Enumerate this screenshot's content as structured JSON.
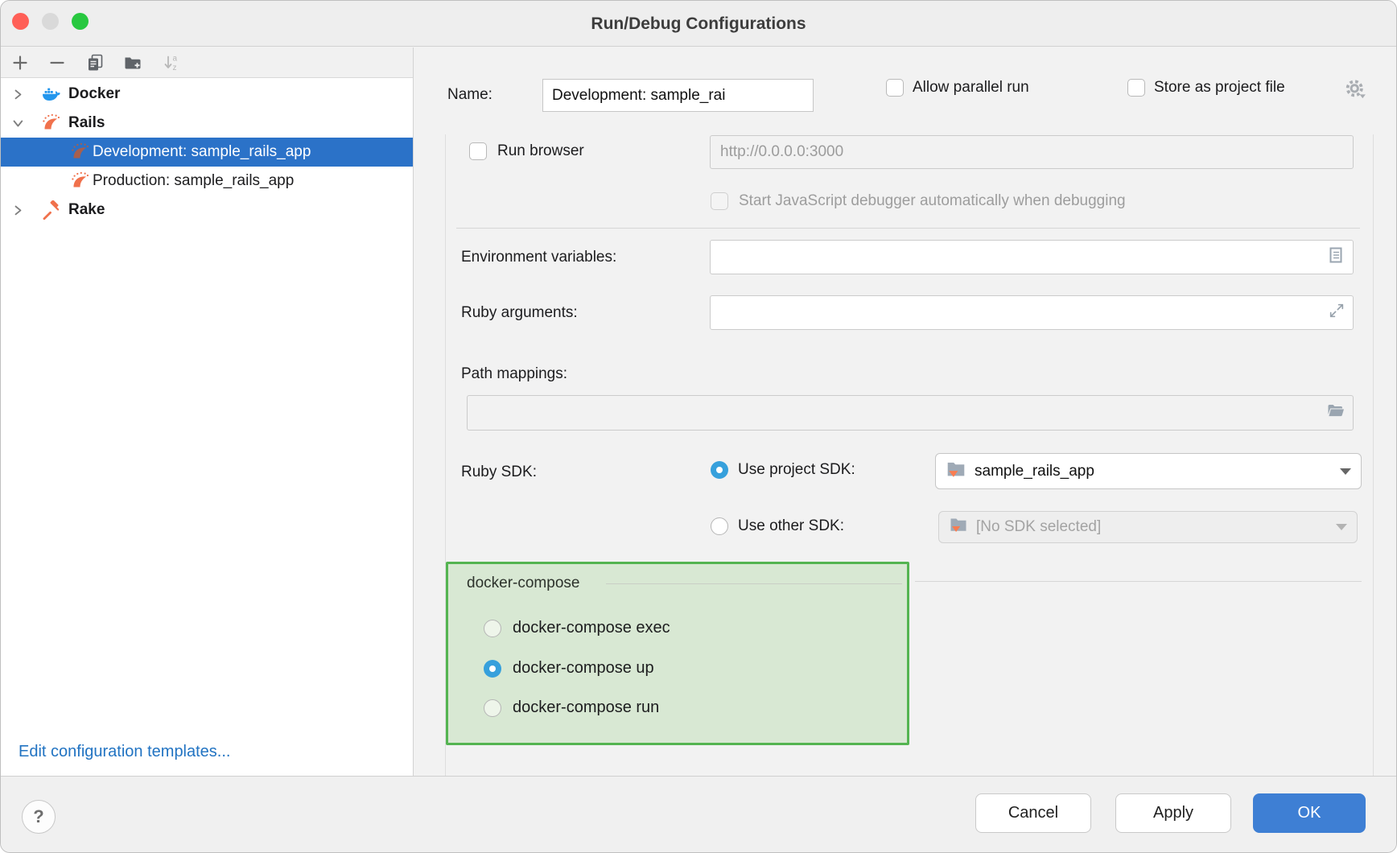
{
  "window": {
    "title": "Run/Debug Configurations"
  },
  "sidebar": {
    "toolbar_icons": [
      "add",
      "remove",
      "copy",
      "new-folder",
      "sort-alphabetically"
    ],
    "items": [
      {
        "label": "Docker",
        "level": 0,
        "expanded": false,
        "icon": "docker",
        "selected": false
      },
      {
        "label": "Rails",
        "level": 0,
        "expanded": true,
        "icon": "rails",
        "selected": false
      },
      {
        "label": "Development: sample_rails_app",
        "level": 1,
        "icon": "rails",
        "selected": true
      },
      {
        "label": "Production: sample_rails_app",
        "level": 1,
        "icon": "rails",
        "selected": false
      },
      {
        "label": "Rake",
        "level": 0,
        "expanded": false,
        "icon": "rake",
        "selected": false
      }
    ],
    "edit_templates_link": "Edit configuration templates..."
  },
  "form": {
    "name_label": "Name:",
    "name_value": "Development: sample_rai",
    "allow_parallel_run_label": "Allow parallel run",
    "allow_parallel_run_checked": false,
    "store_as_project_file_label": "Store as project file",
    "store_as_project_file_checked": false,
    "run_browser_label": "Run browser",
    "run_browser_checked": false,
    "run_browser_url": "http://0.0.0.0:3000",
    "js_debugger_label": "Start JavaScript debugger automatically when debugging",
    "js_debugger_checked": false,
    "env_label": "Environment variables:",
    "env_value": "",
    "ruby_args_label": "Ruby arguments:",
    "ruby_args_value": "",
    "path_mappings_label": "Path mappings:",
    "path_mappings_value": "",
    "ruby_sdk_label": "Ruby SDK:",
    "use_project_sdk_label": "Use project SDK:",
    "use_project_sdk_checked": true,
    "project_sdk_value": "sample_rails_app",
    "use_other_sdk_label": "Use other SDK:",
    "use_other_sdk_checked": false,
    "other_sdk_value": "[No SDK selected]",
    "docker_compose": {
      "title": "docker-compose",
      "options": [
        {
          "label": "docker-compose exec",
          "selected": false
        },
        {
          "label": "docker-compose up",
          "selected": true
        },
        {
          "label": "docker-compose run",
          "selected": false
        }
      ]
    }
  },
  "footer": {
    "help": "?",
    "cancel": "Cancel",
    "apply": "Apply",
    "ok": "OK"
  },
  "colors": {
    "selection_blue": "#2b72c8",
    "radio_blue": "#36a0dc",
    "highlight_green_border": "#54b451",
    "highlight_green_fill": "#d8e8d3",
    "link_blue": "#2173c2",
    "ok_button_blue": "#3e7fd4",
    "rails_orange": "#f0714c",
    "docker_blue": "#2396ed",
    "sdk_arrow_orange": "#f97c50"
  }
}
